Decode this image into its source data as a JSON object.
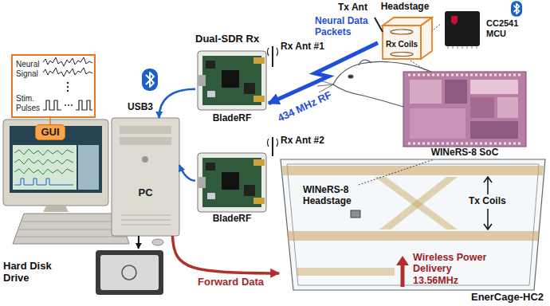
{
  "diagram": {
    "nodes": [
      {
        "text": [
          "Neural Signal",
          "Stim. Pulses"
        ]
      },
      {
        "text": [
          "GUI"
        ]
      },
      {
        "text": [
          "PC"
        ]
      },
      {
        "text": [
          "Hard Disk Drive"
        ]
      },
      {
        "text": [
          "BladeRF"
        ]
      },
      {
        "text": [
          "BladeRF"
        ]
      },
      {
        "text": [
          "Headstage"
        ]
      },
      {
        "text": [
          "CC2541 MCU"
        ]
      },
      {
        "text": [
          "WINeRS-8 SoC"
        ]
      },
      {
        "text": [
          "EnerCage-HC2"
        ]
      },
      {
        "text": [
          "WINeRS-8 Headstage"
        ],
        "in": 9
      }
    ],
    "edges": [
      {
        "from": 1,
        "to": 0,
        "arrow": "none"
      },
      {
        "from": 4,
        "to": 2,
        "label": "USB3",
        "arrow": "to"
      },
      {
        "from": 5,
        "to": 2,
        "arrow": "to"
      },
      {
        "from": 2,
        "to": 3,
        "arrow": "to"
      },
      {
        "from": 6,
        "to": 4,
        "label": "434 MHz RF",
        "arrow": "to"
      },
      {
        "from": 7,
        "to": 6,
        "arrow": "none"
      },
      {
        "from": 6,
        "to": 8,
        "arrow": "none"
      },
      {
        "from": 10,
        "to": 8,
        "arrow": "none"
      },
      {
        "from": 2,
        "to": 9,
        "label": "Forward Data",
        "arrow": "to"
      }
    ],
    "labels": [
      "Tx Ant",
      "Neural Data Packets",
      "Rx Coils",
      "Dual-SDR Rx",
      "Rx Ant #1",
      "Rx Ant #2",
      "Tx Coils",
      "Wireless Power Delivery 13.56MHz"
    ]
  }
}
